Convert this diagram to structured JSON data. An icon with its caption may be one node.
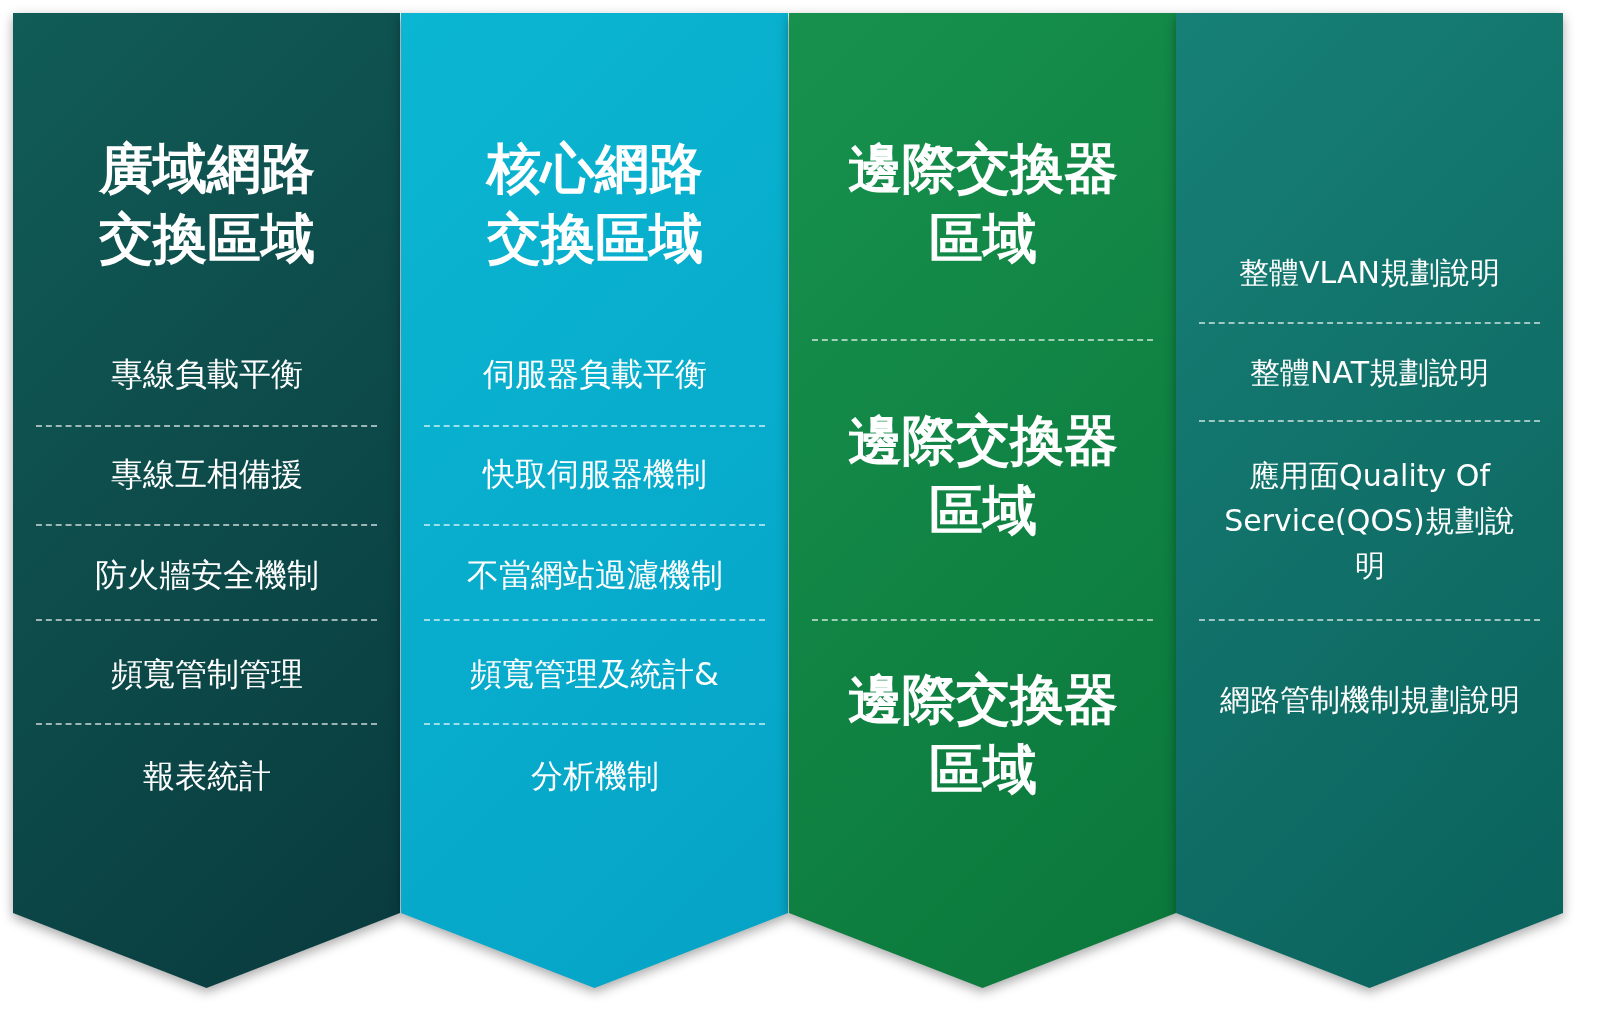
{
  "diagram": {
    "nodes": [
      {
        "text": [
          "廣域網路交換區域",
          "專線負載平衡",
          "專線互相備援",
          "防火牆安全機制",
          "頻寬管制管理",
          "報表統計"
        ]
      },
      {
        "text": [
          "核心網路交換區域",
          "伺服器負載平衡",
          "快取伺服器機制",
          "不當網站過濾機制",
          "頻寬管理及統計&",
          "分析機制"
        ]
      },
      {
        "text": [
          "邊際交換器區域",
          "邊際交換器區域",
          "邊際交換器區域"
        ]
      },
      {
        "text": [
          "整體VLAN規劃說明",
          "整體NAT規劃說明",
          "應用面Quality Of Service(QOS)規劃說明",
          "網路管制機制規劃說明"
        ]
      }
    ]
  }
}
